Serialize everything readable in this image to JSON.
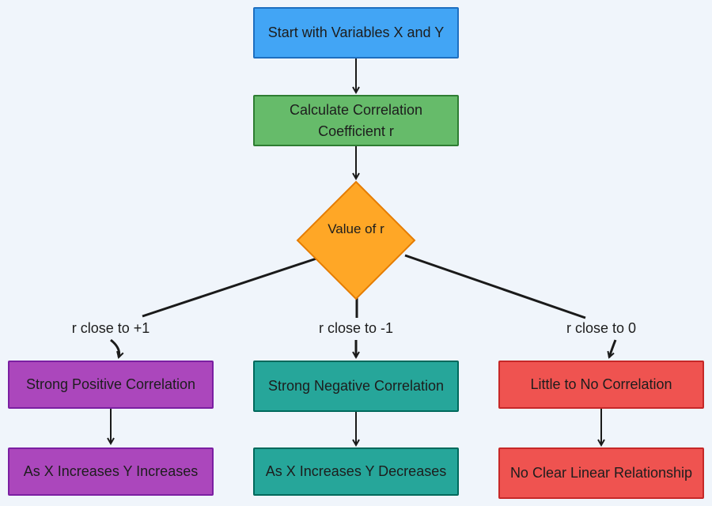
{
  "nodes": {
    "start": "Start with Variables X and Y",
    "calculate": "Calculate Correlation Coefficient r",
    "decision": "Value of r",
    "positive": "Strong Positive Correlation",
    "negative": "Strong Negative Correlation",
    "none": "Little to No Correlation",
    "positive_result": "As X Increases Y Increases",
    "negative_result": "As X Increases Y Decreases",
    "none_result": "No Clear Linear Relationship"
  },
  "edge_labels": {
    "positive": "r close to +1",
    "negative": "r close to -1",
    "none": "r close to 0"
  },
  "colors": {
    "background": "#f0f5fb",
    "start": "#42a5f5",
    "calculate": "#66bb6a",
    "decision": "#ffa726",
    "positive": "#ab47bc",
    "negative": "#26a69a",
    "none": "#ef5350",
    "edge": "#1a1a1a"
  }
}
